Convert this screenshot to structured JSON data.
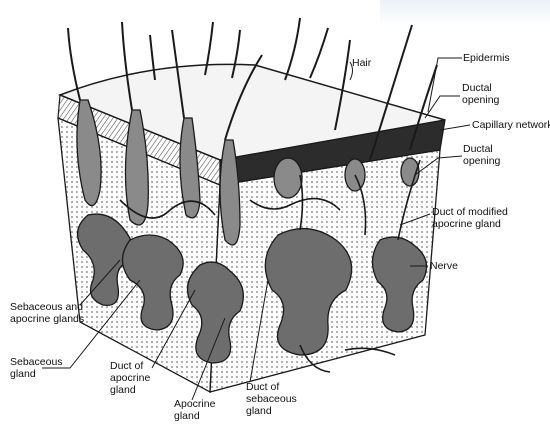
{
  "colors": {
    "ink": "#1a1a1a",
    "shade": "#3a3a3a",
    "paper": "#ffffff"
  },
  "labels": {
    "hair": "Hair",
    "epidermis": "Epidermis",
    "ductal_opening_top": "Ductal\nopening",
    "capillary_network": "Capillary network",
    "ductal_opening_mid": "Ductal\nopening",
    "duct_modified_apocrine": "Duct of modified\napocrine gland",
    "nerve": "Nerve",
    "sebaceous_apocrine": "Sebaceous and\napocrine glands",
    "sebaceous_gland": "Sebaceous\ngland",
    "duct_apocrine": "Duct of\napocrine\ngland",
    "apocrine_gland": "Apocrine\ngland",
    "duct_sebaceous": "Duct of\nsebaceous\ngland"
  }
}
